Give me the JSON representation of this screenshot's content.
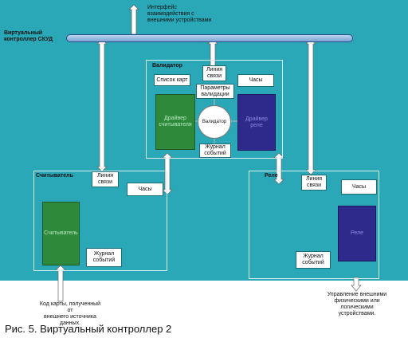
{
  "top_note": "Интерфейс\nвзаимодействия с\nвнешними устройствами",
  "controller_label": "Виртуальный\nконтроллер СКУД",
  "validator": {
    "title": "Валидатор",
    "card_list": "Список карт",
    "comm_line": "Линия\nсвязи",
    "clock": "Часы",
    "params": "Параметры\nвалидации",
    "reader_driver": "Драйвер\nсчитывателя",
    "core": "Валидатор",
    "relay_driver": "Драйвер\nреле",
    "event_log": "Журнал\nсобытий"
  },
  "reader": {
    "title": "Считыватель",
    "comm_line": "Линия\nсвязи",
    "clock": "Часы",
    "device": "Считыватель",
    "event_log": "Журнал\nсобытий"
  },
  "relay": {
    "title": "Реле",
    "comm_line": "Линия\nсвязи",
    "clock": "Часы",
    "device": "Реле",
    "event_log": "Журнал\nсобытий"
  },
  "bottom_left_note": "Код карты, полученный от\nвнешнего источника данных.",
  "bottom_right_note": "Управление внешними\nфизическими или логическими\nустройствами.",
  "caption": "Рис. 5. Виртуальный контроллер 2"
}
